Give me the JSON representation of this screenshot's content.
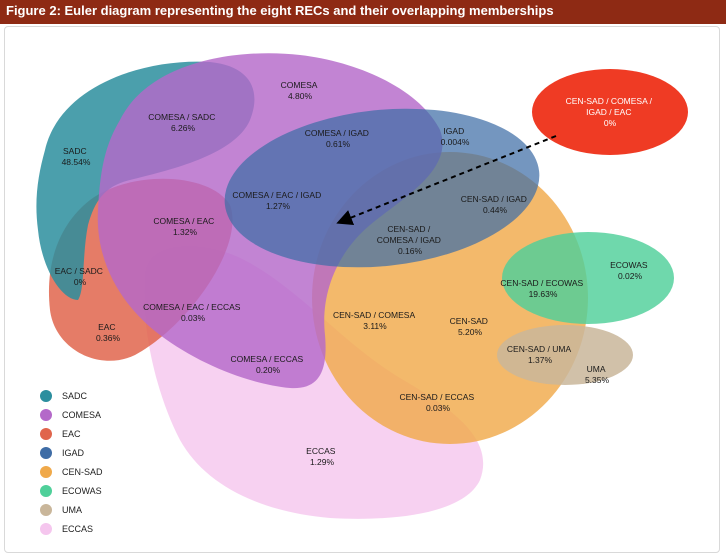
{
  "title": "Figure 2: Euler diagram representing the eight RECs and their overlapping memberships",
  "colors": {
    "header_bg": "#8e2a14",
    "SADC": "#2b8e9e",
    "COMESA": "#b469c9",
    "EAC": "#e0654c",
    "IGAD": "#3f6da6",
    "CEN-SAD": "#f0a94a",
    "ECOWAS": "#4fd09a",
    "UMA": "#c9b69a",
    "ECCAS": "#f5c6ee",
    "highlight": "#ef3b24"
  },
  "legend": [
    {
      "name": "SADC",
      "color": "#2b8e9e"
    },
    {
      "name": "COMESA",
      "color": "#b469c9"
    },
    {
      "name": "EAC",
      "color": "#e0654c"
    },
    {
      "name": "IGAD",
      "color": "#3f6da6"
    },
    {
      "name": "CEN-SAD",
      "color": "#f0a94a"
    },
    {
      "name": "ECOWAS",
      "color": "#4fd09a"
    },
    {
      "name": "UMA",
      "color": "#c9b69a"
    },
    {
      "name": "ECCAS",
      "color": "#f5c6ee"
    }
  ],
  "regions": {
    "comesa": {
      "name": "COMESA",
      "value": "4.80%"
    },
    "comesa_sadc": {
      "name": "COMESA / SADC",
      "value": "6.26%"
    },
    "sadc": {
      "name": "SADC",
      "value": "48.54%"
    },
    "comesa_igad": {
      "name": "COMESA / IGAD",
      "value": "0.61%"
    },
    "igad": {
      "name": "IGAD",
      "value": "0.004%"
    },
    "censad_comesa_igad_eac": {
      "name_l1": "CEN-SAD / COMESA /",
      "name_l2": "IGAD / EAC",
      "value": "0%"
    },
    "comesa_eac_igad": {
      "name": "COMESA / EAC / IGAD",
      "value": "1.27%"
    },
    "comesa_eac": {
      "name": "COMESA / EAC",
      "value": "1.32%"
    },
    "censad_igad": {
      "name": "CEN-SAD / IGAD",
      "value": "0.44%"
    },
    "censad_comesa_igad": {
      "name_l1": "CEN-SAD /",
      "name_l2": "COMESA / IGAD",
      "value": "0.16%"
    },
    "eac_sadc": {
      "name": "EAC / SADC",
      "value": "0%"
    },
    "ecowas": {
      "name": "ECOWAS",
      "value": "0.02%"
    },
    "censad_ecowas": {
      "name": "CEN-SAD / ECOWAS",
      "value": "19.63%"
    },
    "comesa_eac_eccas": {
      "name": "COMESA / EAC / ECCAS",
      "value": "0.03%"
    },
    "censad_comesa": {
      "name": "CEN-SAD / COMESA",
      "value": "3.11%"
    },
    "censad": {
      "name": "CEN-SAD",
      "value": "5.20%"
    },
    "eac": {
      "name": "EAC",
      "value": "0.36%"
    },
    "censad_uma": {
      "name": "CEN-SAD / UMA",
      "value": "1.37%"
    },
    "uma": {
      "name": "UMA",
      "value": "5.35%"
    },
    "comesa_eccas": {
      "name": "COMESA / ECCAS",
      "value": "0.20%"
    },
    "censad_eccas": {
      "name": "CEN-SAD / ECCAS",
      "value": "0.03%"
    },
    "eccas": {
      "name": "ECCAS",
      "value": "1.29%"
    }
  }
}
